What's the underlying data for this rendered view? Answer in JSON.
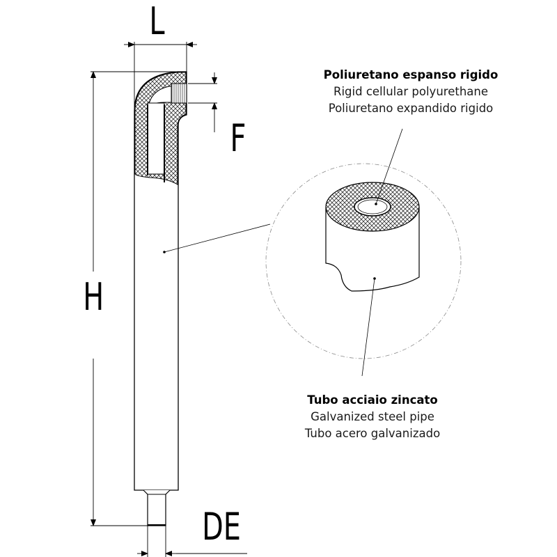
{
  "dimensions": {
    "L": "L",
    "F": "F",
    "H": "H",
    "DE": "DE"
  },
  "labels": {
    "insulation": {
      "it": "Poliuretano espanso rigido",
      "en": "Rigid cellular polyurethane",
      "es": "Poliuretano expandido rigido"
    },
    "pipe": {
      "it": "Tubo acciaio zincato",
      "en": "Galvanized steel pipe",
      "es": "Tubo acero galvanizado"
    }
  },
  "colors": {
    "line": "#000000",
    "text": "#1a1a1a"
  }
}
